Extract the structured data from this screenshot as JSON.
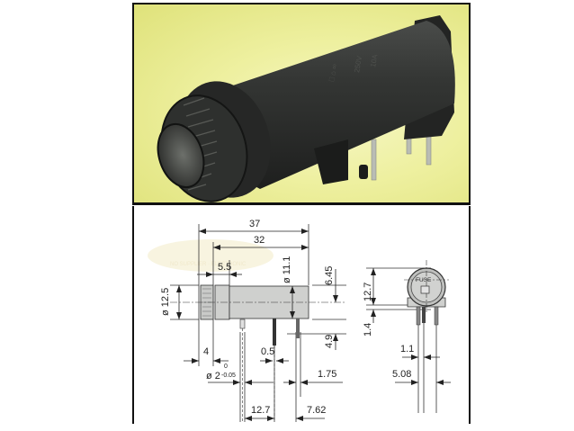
{
  "photo": {
    "subject": "panel-mount fuse holder",
    "background_color": "#e8eb94",
    "body_color": "#2b2d2b"
  },
  "drawing": {
    "side_view": {
      "overall_length": "37",
      "body_length": "32",
      "cap_width": "5.5",
      "cap_diameter": "ø 12.5",
      "body_diameter": "ø 11.1",
      "flange_width": "4",
      "pin_width": "0.5",
      "pin_diameter_main": "ø 2",
      "pin_diameter_tol_upper": "0",
      "pin_diameter_tol_lower": "-0.05",
      "pin_spacing_1": "12.7",
      "pin_spacing_2": "7.62",
      "pin_offset": "1.75",
      "height_above_axis": "6.45",
      "height_below_axis": "4.9"
    },
    "end_view": {
      "height": "12.7",
      "base_offset": "1.4",
      "pin_gap": "1.1",
      "pin_pitch": "5.08",
      "label": "FUSE"
    },
    "watermark_color": "#f3ecc8"
  }
}
